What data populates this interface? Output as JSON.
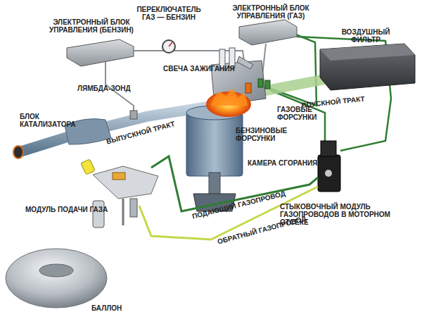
{
  "diagram": {
    "labels": [
      "ЭЛЕКТРОННЫЙ БЛОК УПРАВЛЕНИЯ (БЕНЗИН)",
      "ПЕРЕКЛЮЧАТЕЛЬ ГАЗ — БЕНЗИН",
      "ЭЛЕКТРОННЫЙ БЛОК УПРАВЛЕНИЯ (ГАЗ)",
      "ВОЗДУШНЫЙ ФИЛЬТР",
      "СВЕЧА ЗАЖИГАНИЯ",
      "ЛЯМБДА-ЗОНД",
      "БЛОК КАТАЛИЗАТОРА",
      "ВЫПУСКНОЙ ТРАКТ",
      "ВПУСКНОЙ ТРАКТ",
      "ГАЗОВЫЕ ФОРСУНКИ",
      "БЕНЗИНОВЫЕ ФОРСУНКИ",
      "КАМЕРА СГОРАНИЯ",
      "МОДУЛЬ ПОДАЧИ ГАЗА",
      "ПОДАЮЩИЙ ГАЗОПРОВОД",
      "СТЫКОВОЧНЫЙ МОДУЛЬ ГАЗОПРОВОДОВ В МОТОРНОМ ОТСЕКЕ",
      "ОБРАТНЫЙ ГАЗОПРОВОД",
      "БАЛЛОН"
    ]
  }
}
